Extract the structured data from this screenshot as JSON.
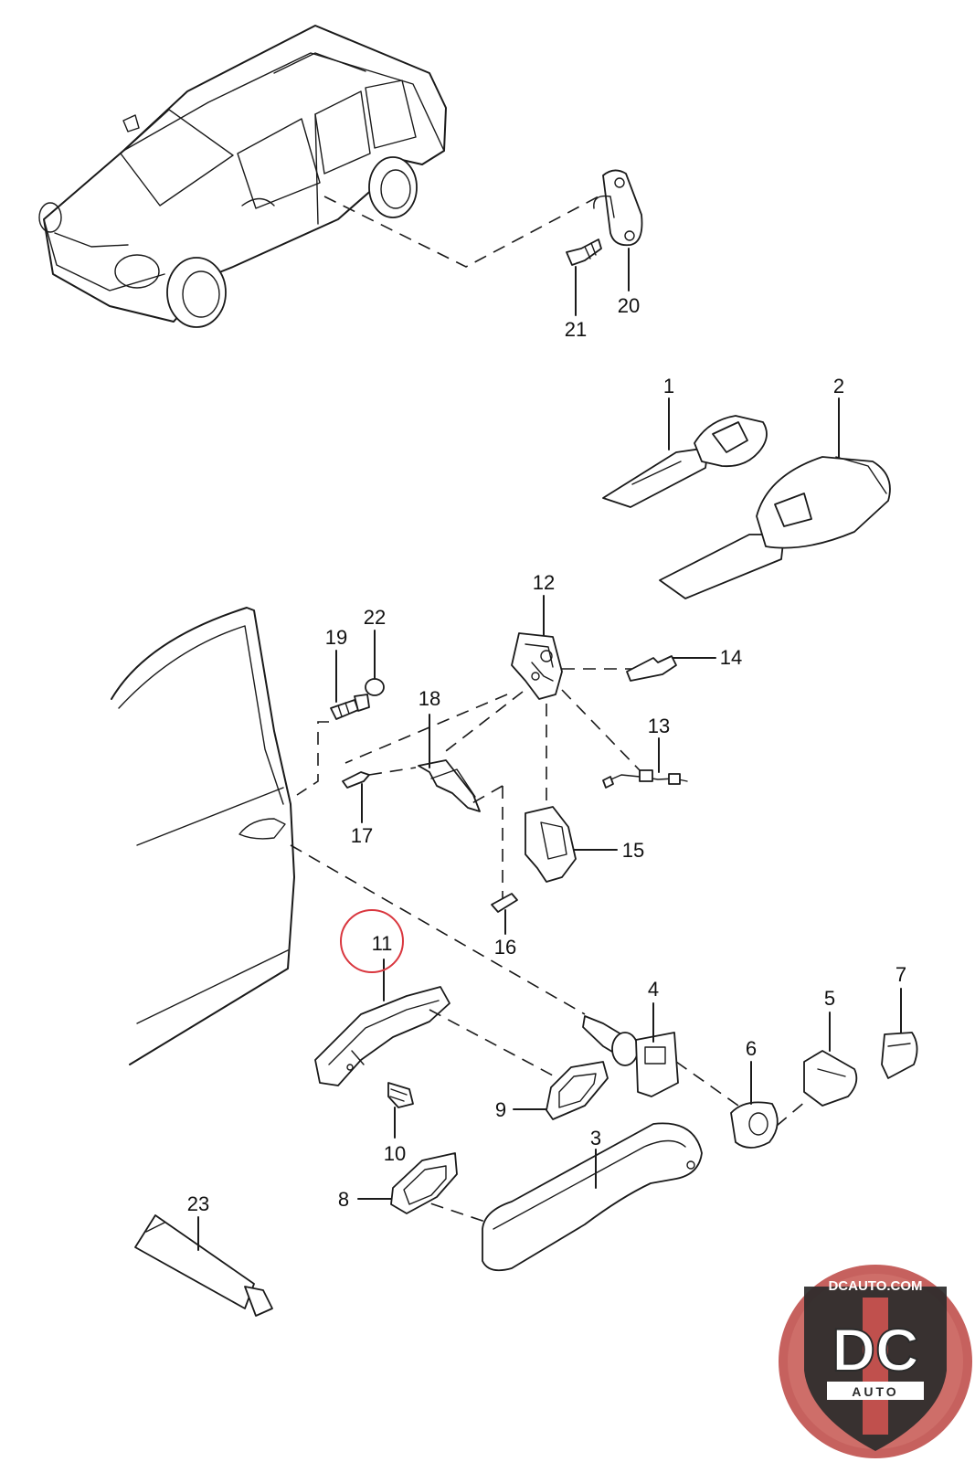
{
  "callouts": {
    "c1": "1",
    "c2": "2",
    "c3": "3",
    "c4": "4",
    "c5": "5",
    "c6": "6",
    "c7": "7",
    "c8": "8",
    "c9": "9",
    "c10": "10",
    "c11": "11",
    "c12": "12",
    "c13": "13",
    "c14": "14",
    "c15": "15",
    "c16": "16",
    "c17": "17",
    "c18": "18",
    "c19": "19",
    "c20": "20",
    "c21": "21",
    "c22": "22",
    "c23": "23"
  },
  "highlight": {
    "callout": "11",
    "color": "#d9363e"
  },
  "logo": {
    "top_text": "DCAUTO.COM",
    "main_text": "DC",
    "sub_text": "AUTO",
    "ring_color": "#c0504d",
    "shield_color": "#2b2b2b"
  }
}
